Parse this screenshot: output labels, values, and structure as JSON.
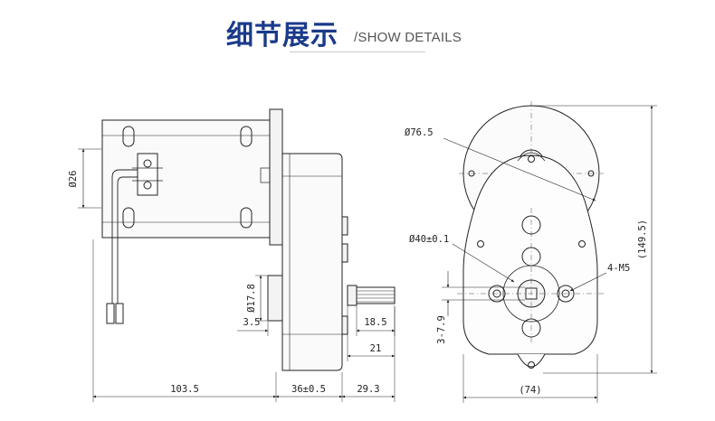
{
  "header": {
    "title_cn": "细节展示",
    "title_en": "/SHOW DETAILS"
  },
  "dimensions": {
    "side_view": {
      "body_diameter": "Ø26",
      "shaft_diameter": "Ø17.8",
      "boss_height": "3.5",
      "shaft_length": "18.5",
      "shaft_total": "21",
      "motor_length": "103.5",
      "gearbox_width": "36±0.5",
      "output_overall": "29.3"
    },
    "front_view": {
      "motor_diameter": "Ø76.5",
      "pilot_diameter": "Ø40±0.1",
      "mount_holes": "4-M5",
      "shaft_offset": "3-7.9",
      "overall_height": "(149.5)",
      "overall_width": "(74)"
    }
  }
}
